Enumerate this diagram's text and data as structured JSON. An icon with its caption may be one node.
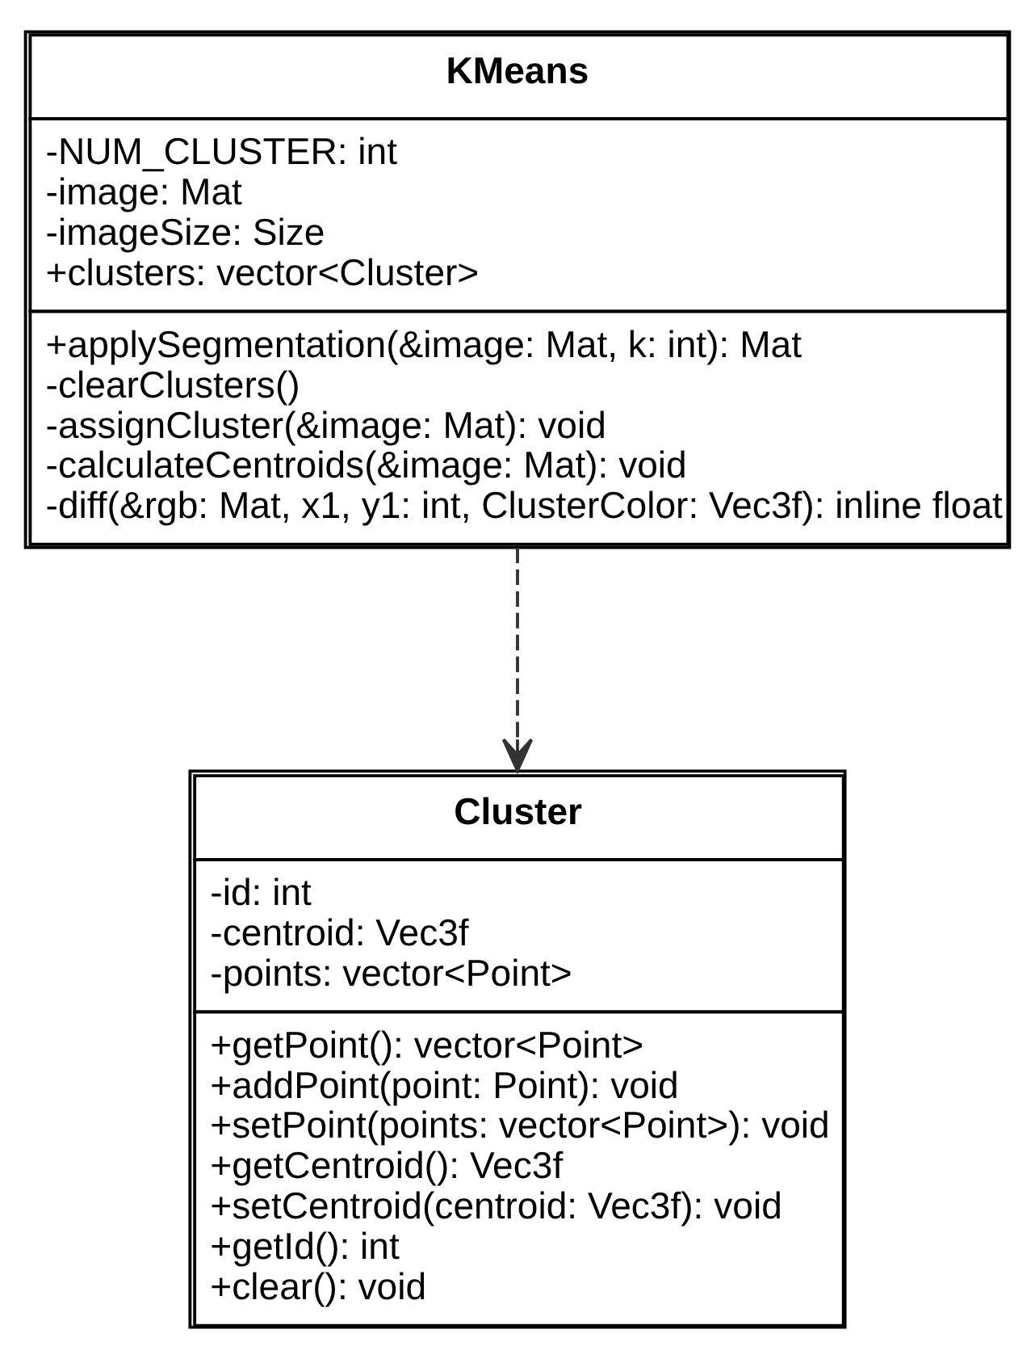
{
  "diagram": {
    "nodes": [
      {
        "text": [
          "KMeans",
          "-NUM_CLUSTER: int",
          "-image: Mat",
          "-imageSize: Size",
          "+clusters: vector<Cluster>",
          "+applySegmentation(&image: Mat, k: int): Mat",
          "-clearClusters()",
          "-assignCluster(&image: Mat): void",
          "-calculateCentroids(&image: Mat): void",
          "-diff(&rgb: Mat, x1, y1: int, ClusterColor: Vec3f): inline float"
        ]
      },
      {
        "text": [
          "Cluster",
          "-id: int",
          "-centroid: Vec3f",
          "-points: vector<Point>",
          "+getPoint(): vector<Point>",
          "+addPoint(point: Point): void",
          "+setPoint(points: vector<Point>): void",
          "+getCentroid(): Vec3f",
          "+setCentroid(centroid: Vec3f): void",
          "+getId(): int",
          "+clear(): void"
        ]
      }
    ],
    "edges": [
      {
        "from": 0,
        "to": 1,
        "arrow": "to",
        "style": "dashed"
      }
    ]
  }
}
